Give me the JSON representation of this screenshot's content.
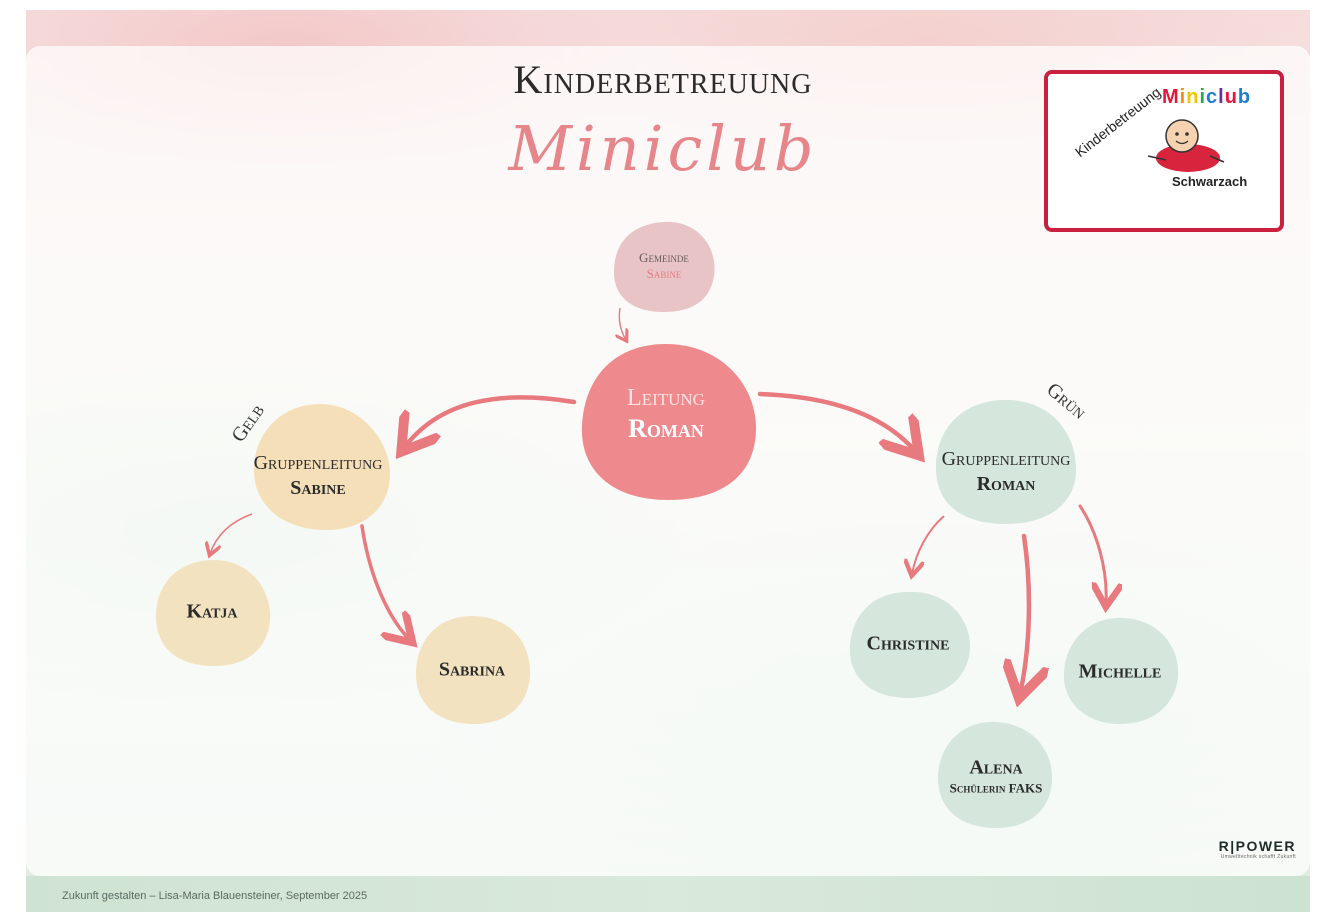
{
  "header": {
    "title": "Kinderbetreuung",
    "subtitle": "Miniclub"
  },
  "logo": {
    "text_arc": "Kinderbetreuung",
    "text_color": "Miniclub",
    "text_place": "Schwarzach",
    "border_color": "#c8203e"
  },
  "groups": {
    "yellow": "Gelb",
    "green": "Grün"
  },
  "nodes": {
    "municipality": {
      "role": "Gemeinde",
      "name": "Sabine",
      "color": "#e8c4c6"
    },
    "lead": {
      "role": "Leitung",
      "name": "Roman",
      "color": "#ee8a8d"
    },
    "yellow_lead": {
      "role": "Gruppenleitung",
      "name": "Sabine",
      "color": "#f5dfb8"
    },
    "green_lead": {
      "role": "Gruppenleitung",
      "name": "Roman",
      "color": "#d5e6dc"
    },
    "katja": {
      "name": "Katja",
      "color": "#f3e2c0"
    },
    "sabrina": {
      "name": "Sabrina",
      "color": "#f3e2c0"
    },
    "christine": {
      "name": "Christine",
      "color": "#d5e6dc"
    },
    "alena": {
      "name": "Alena",
      "note": "Schülerin FAKS",
      "color": "#d5e6dc"
    },
    "michelle": {
      "name": "Michelle",
      "color": "#d5e6dc"
    }
  },
  "arrow_color": "#e8797e",
  "footer": {
    "credit": "Zukunft gestalten – Lisa-Maria Blauensteiner, September 2025",
    "brand": "R|POWER",
    "brand_tagline": "Umwelttechnik schafft Zukunft"
  }
}
